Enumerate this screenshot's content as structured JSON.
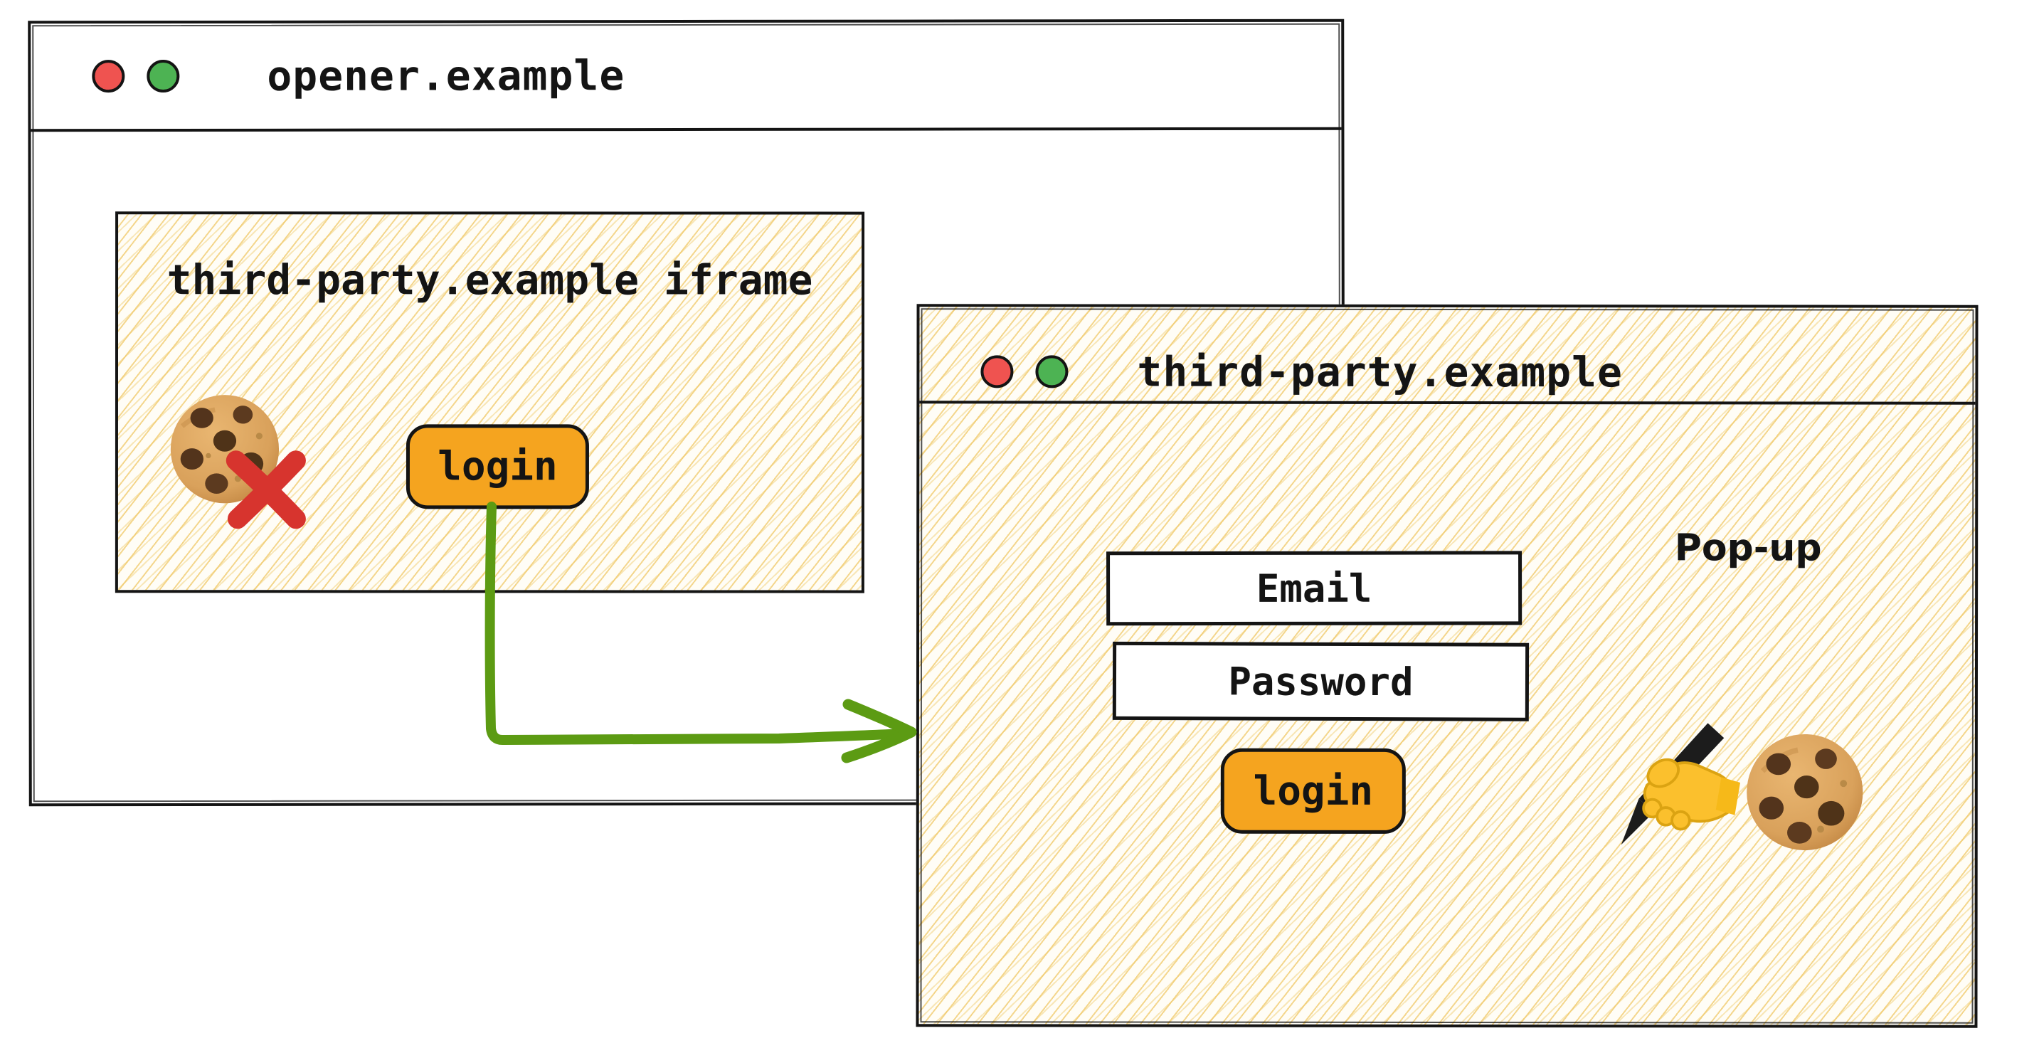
{
  "colors": {
    "ink": "#141414",
    "button_orange": "#f5a41f",
    "arrow_green": "#5c9b13",
    "traffic_red": "#ef5350",
    "traffic_green": "#4db353",
    "cross_red": "#d7342e",
    "hatch_yellow": "#f0c969"
  },
  "opener_window": {
    "title": "opener.example",
    "traffic_lights": [
      "red",
      "green"
    ],
    "iframe": {
      "label": "third-party.example iframe",
      "login_button_label": "login",
      "icons": [
        "cookie-icon",
        "red-cross-icon"
      ]
    }
  },
  "popup_window": {
    "title": "third-party.example",
    "traffic_lights": [
      "red",
      "green"
    ],
    "annotation_label": "Pop-up",
    "email_field_label": "Email",
    "password_field_label": "Password",
    "login_button_label": "login",
    "icons": [
      "writing-hand-icon",
      "cookie-icon"
    ]
  }
}
